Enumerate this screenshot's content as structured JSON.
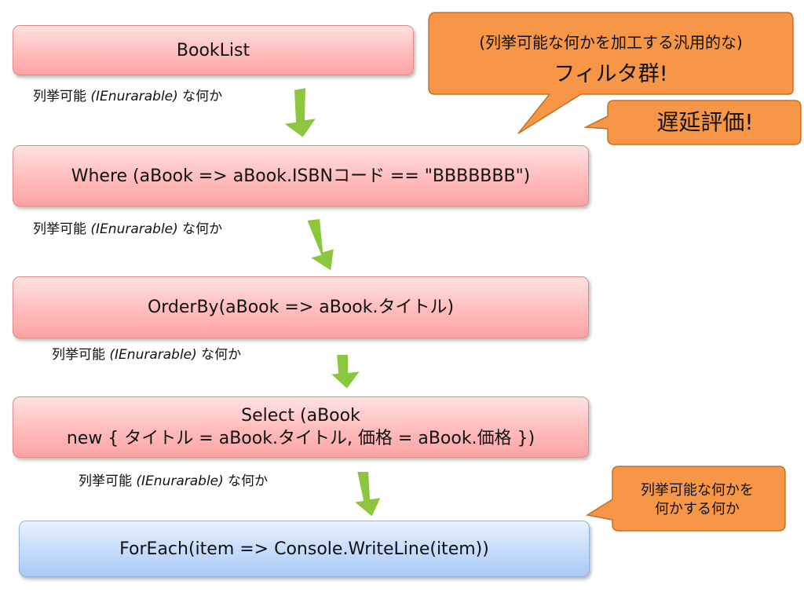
{
  "stages": [
    {
      "lines": [
        "BookList"
      ],
      "color": "red"
    },
    {
      "lines": [
        "Where  (aBook => aBook.ISBNコード == \"BBBBBBB\")"
      ],
      "color": "red"
    },
    {
      "lines": [
        "OrderBy(aBook => aBook.タイトル)"
      ],
      "color": "red"
    },
    {
      "lines": [
        "Select (aBook",
        "new { タイトル = aBook.タイトル, 価格 = aBook.価格 })"
      ],
      "color": "red"
    },
    {
      "lines": [
        "ForEach(item => Console.WriteLine(item))"
      ],
      "color": "blue"
    }
  ],
  "flow_label": {
    "prefix": "列挙可能 ",
    "emphasis": "(IEnurarable)",
    "suffix": " な何か"
  },
  "callouts": {
    "filters": {
      "line1": "(列挙可能な何かを加工する汎用的な)",
      "line2": "フィルタ群!"
    },
    "lazy": {
      "text": "遅延評価!"
    },
    "consumer": {
      "line1": "列挙可能な何かを",
      "line2": "何かする何か"
    }
  },
  "colors": {
    "callout_fill": "#f79646",
    "callout_border": "#c0702a",
    "arrow_fill": "#8cc63f",
    "arrow_border": "#ffffff"
  }
}
